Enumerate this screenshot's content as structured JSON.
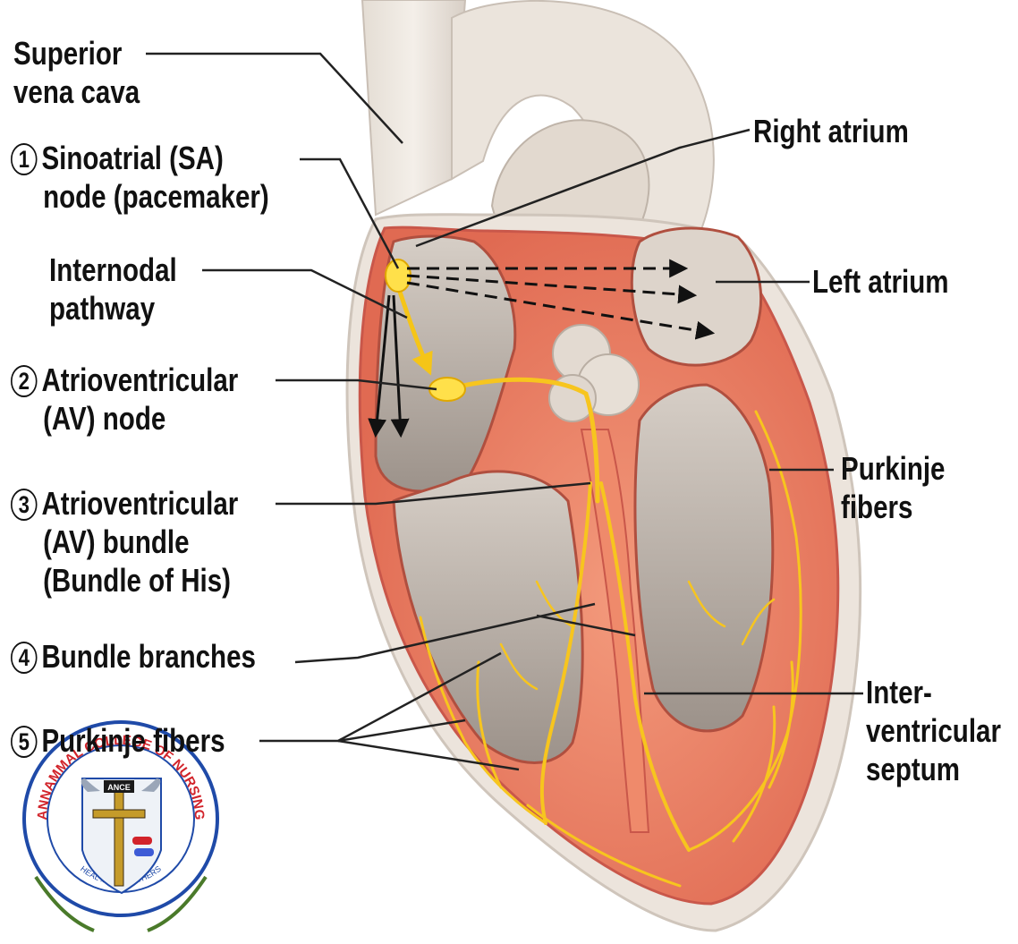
{
  "labels_left": {
    "svc_line1": "Superior",
    "svc_line2": "vena cava",
    "sa_num": "1",
    "sa_line1": "Sinoatrial (SA)",
    "sa_line2": "node (pacemaker)",
    "inter_line1": "Internodal",
    "inter_line2": "pathway",
    "av_num": "2",
    "av_line1": "Atrioventricular",
    "av_line2": "(AV) node",
    "avb_num": "3",
    "avb_line1": "Atrioventricular",
    "avb_line2": "(AV) bundle",
    "avb_line3": "(Bundle of His)",
    "bb_num": "4",
    "bb_line1": "Bundle branches",
    "pf_num": "5",
    "pf_line1": "Purkinje fibers"
  },
  "labels_right": {
    "ra": "Right atrium",
    "la": "Left atrium",
    "pf_line1": "Purkinje",
    "pf_line2": "fibers",
    "ivs_line1": "Inter-",
    "ivs_line2": "ventricular",
    "ivs_line3": "septum"
  },
  "logo": {
    "top_text": "ANNAMMAL COLLEGE OF NURSING",
    "bottom_text": "HEAL ... HEAL OTHERS",
    "badge": "ANCE"
  },
  "colors": {
    "myocardium": "#f08a6e",
    "wall_dark": "#d9654e",
    "chamber": "#cfc6bd",
    "conduction": "#f7c51e",
    "node": "#ffe04a"
  }
}
